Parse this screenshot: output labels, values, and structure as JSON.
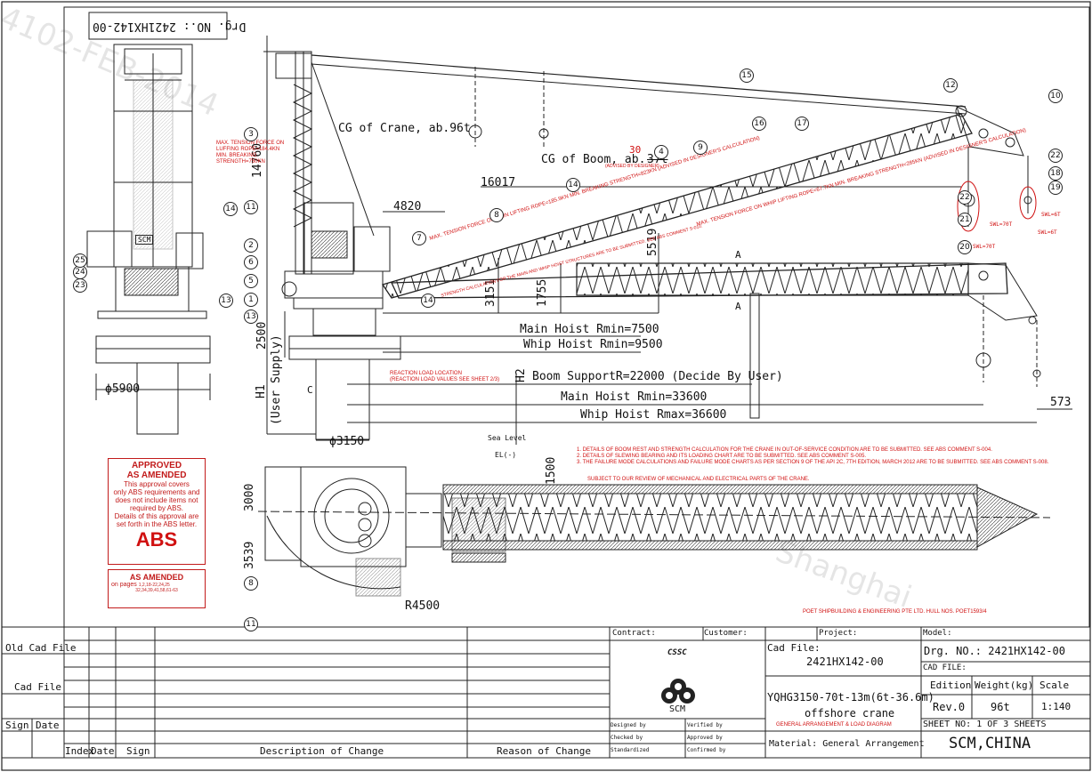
{
  "drawing_number_box": "Drg. NO.: 2421HX142-00",
  "dimensions": {
    "top_height": "14760",
    "boom_len": "16017",
    "cg_offset": "4820",
    "h5519": "5519",
    "h1755": "1755",
    "h3151": "3151",
    "h2500": "2500",
    "h1500": "1500",
    "h3000": "3000",
    "h3539": "3539",
    "r573": "573",
    "dia5900": "ϕ5900",
    "dia3150": "ϕ3150",
    "r4500": "R4500",
    "h1_label": "H1",
    "user_supply": "(User Supply)",
    "h2_label": "H2",
    "c_label": "C",
    "a_label": "A"
  },
  "labels": {
    "cg_crane": "CG of Crane, ab.96t",
    "cg_boom": "CG of Boom, ab.",
    "cg_boom_old": "37t",
    "cg_boom_new": "30",
    "main_hoist_rmin_small": "Main Hoist Rmin=7500",
    "whip_hoist_rmin_small": "Whip Hoist Rmin=9500",
    "boom_support": "Boom SupportR=22000 (Decide By User)",
    "main_hoist_rmin": "Main Hoist Rmin=33600",
    "whip_hoist_rmax": "Whip Hoist Rmax=36600",
    "sea_level": "Sea Level",
    "el": "EL(-)",
    "scm_badge": "SCM",
    "swl_70_a": "SWL=70T",
    "swl_70_b": "SWL=70T",
    "swl_6": "SWL=6T",
    "swl_6_b": "SWL=6T"
  },
  "red_notes": {
    "luffing": [
      "MAX. TENSION FORCE ON",
      "LUFFING ROPE=184.4KN",
      "MIN. BREAKING",
      "STRENGTH=750KN"
    ],
    "advised": "(ADVISED BY DESIGNER)",
    "main_lifting": "MAX. TENSION FORCE ON MAIN LIFTING ROPE=185.9KN MIN. BREAKING STRENGTH=823KN (ADVISED IN DESIGNER'S CALCULATION)",
    "whip_lifting": "MAX. TENSION FORCE ON WHIP LIFTING ROPE=67.7KN MIN. BREAKING STRENGTH=285KN (ADVISED IN DESIGNER'S CALCULATION)",
    "strength_calc": "STRENGTH CALCULATION FOR THE MAIN AND WHIP HOIST STRUCTURES ARE TO BE SUBMITTED. SEE ABS COMMENT S-010.",
    "reaction": [
      "REACTION LOAD LOCATION",
      "(REACTION LOAD VALUES SEE SHEET 2/3)"
    ],
    "comments": [
      "1. DETAILS OF BOOM REST AND STRENGTH CALCULATION FOR THE CRANE IN OUT-OF-SERVICE CONDITION ARE TO BE SUBMITTED. SEE ABS COMMENT S-004.",
      "2. DETAILS OF SLEWING BEARING AND ITS LOADING CHART ARE TO BE SUBMITTED. SEE ABS COMMENT S-005.",
      "3. THE FAILURE MODE CALCULATIONS AND FAILURE MODE CHARTS AS PER SECTION 9 OF THE API 2C, 7TH EDITION, MARCH 2012 ARE TO BE SUBMITTED. SEE ABS COMMENT S-008."
    ],
    "review": "SUBJECT TO OUR REVIEW OF MECHANICAL AND ELECTRICAL PARTS OF THE CRANE.",
    "poet": "POET SHIPBUILDING & ENGINEERING PTE LTD. HULL NOS. POET1593/4"
  },
  "approval_stamp": {
    "title1": "APPROVED",
    "title2": "AS AMENDED",
    "body": [
      "This approval covers",
      "only ABS requirements and",
      "does not include items not",
      "required by ABS.",
      "Details of this approval are",
      "set forth in the ABS letter."
    ],
    "logo": "ABS"
  },
  "amended_stamp": {
    "title": "AS AMENDED",
    "on_pages": "on pages",
    "pages1": "1,2,18-22,24,25",
    "pages2": "32,34,39,41,58,61-63"
  },
  "callouts": [
    "1",
    "2",
    "3",
    "4",
    "5",
    "6",
    "7",
    "8",
    "9",
    "10",
    "11",
    "12",
    "13",
    "14",
    "15",
    "16",
    "17",
    "18",
    "19",
    "20",
    "21",
    "22",
    "23",
    "24",
    "25"
  ],
  "revision_block": {
    "old_cad_file": "Old Cad File",
    "cad_file": "Cad File",
    "sign": "Sign",
    "date": "Date",
    "index": "Index",
    "date2": "Date",
    "sign2": "Sign",
    "description": "Description of Change",
    "reason": "Reason of Change"
  },
  "title_block": {
    "contract": "Contract:",
    "customer": "Customer:",
    "project": "Project:",
    "model": "Model:",
    "logo_top": "CSSC",
    "logo_bottom": "SCM",
    "cad_file_label": "Cad File:",
    "cad_file_value": "2421HX142-00",
    "drg_no": "Drg. NO.: 2421HX142-00",
    "cad_file2": "CAD FILE:",
    "edition_label": "Edition",
    "weight_label": "Weight(kg)",
    "scale_label": "Scale",
    "edition_value": "Rev.0",
    "weight_value": "96t",
    "scale_value": "1:140",
    "title_line1": "YQHG3150-70t-13m(6t-36.6m)",
    "title_line2": "offshore crane",
    "title_line3": "GENERAL ARRANGEMENT & LOAD DIAGRAM",
    "sheet": "SHEET NO:  1  OF  3  SHEETS",
    "material": "Material: General Arrangement",
    "company": "SCM,CHINA",
    "designed_by": "Designed by",
    "verified_by": "Verified by",
    "checked_by": "Checked by",
    "approved_by": "Approved by",
    "standardized": "Standardized",
    "confirmed_by": "Confirmed by"
  },
  "watermarks": [
    "4102-FEB-2014",
    "Shanghai"
  ]
}
